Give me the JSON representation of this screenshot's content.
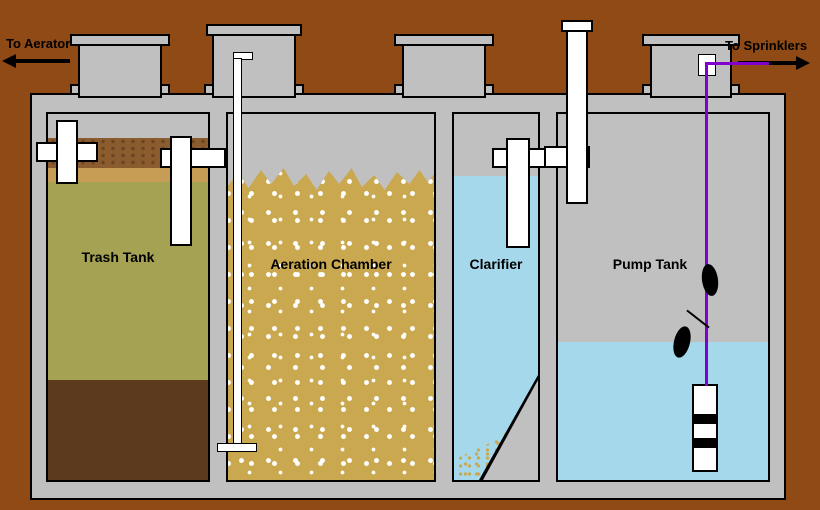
{
  "diagram": {
    "type": "aerobic-septic-treatment-system-cross-section",
    "external_labels": {
      "to_aerator": "To Aerator",
      "to_sprinklers": "To Sprinklers"
    },
    "chambers": [
      {
        "name": "Trash Tank"
      },
      {
        "name": "Aeration Chamber"
      },
      {
        "name": "Clarifier"
      },
      {
        "name": "Pump Tank"
      }
    ],
    "components": {
      "risers": 4,
      "float_switches": 2,
      "effluent_pump": 1,
      "air_diffuser": 1
    },
    "colors": {
      "background": "#8F4A15",
      "concrete": "#C0C0C0",
      "outline": "#000000",
      "pipe_white": "#FFFFFF",
      "water_blue": "#A6D8EC",
      "aeration_mixed_liquor": "#C9A84F",
      "trash_scum_brown": "#8A5C2E",
      "trash_scum_tan": "#C79D55",
      "trash_liquid_olive": "#A5A253",
      "trash_sludge_brown": "#5C3A1E",
      "sprinkler_line_purple": "#8000D0",
      "float_black": "#000000",
      "arrow_black": "#000000"
    }
  }
}
